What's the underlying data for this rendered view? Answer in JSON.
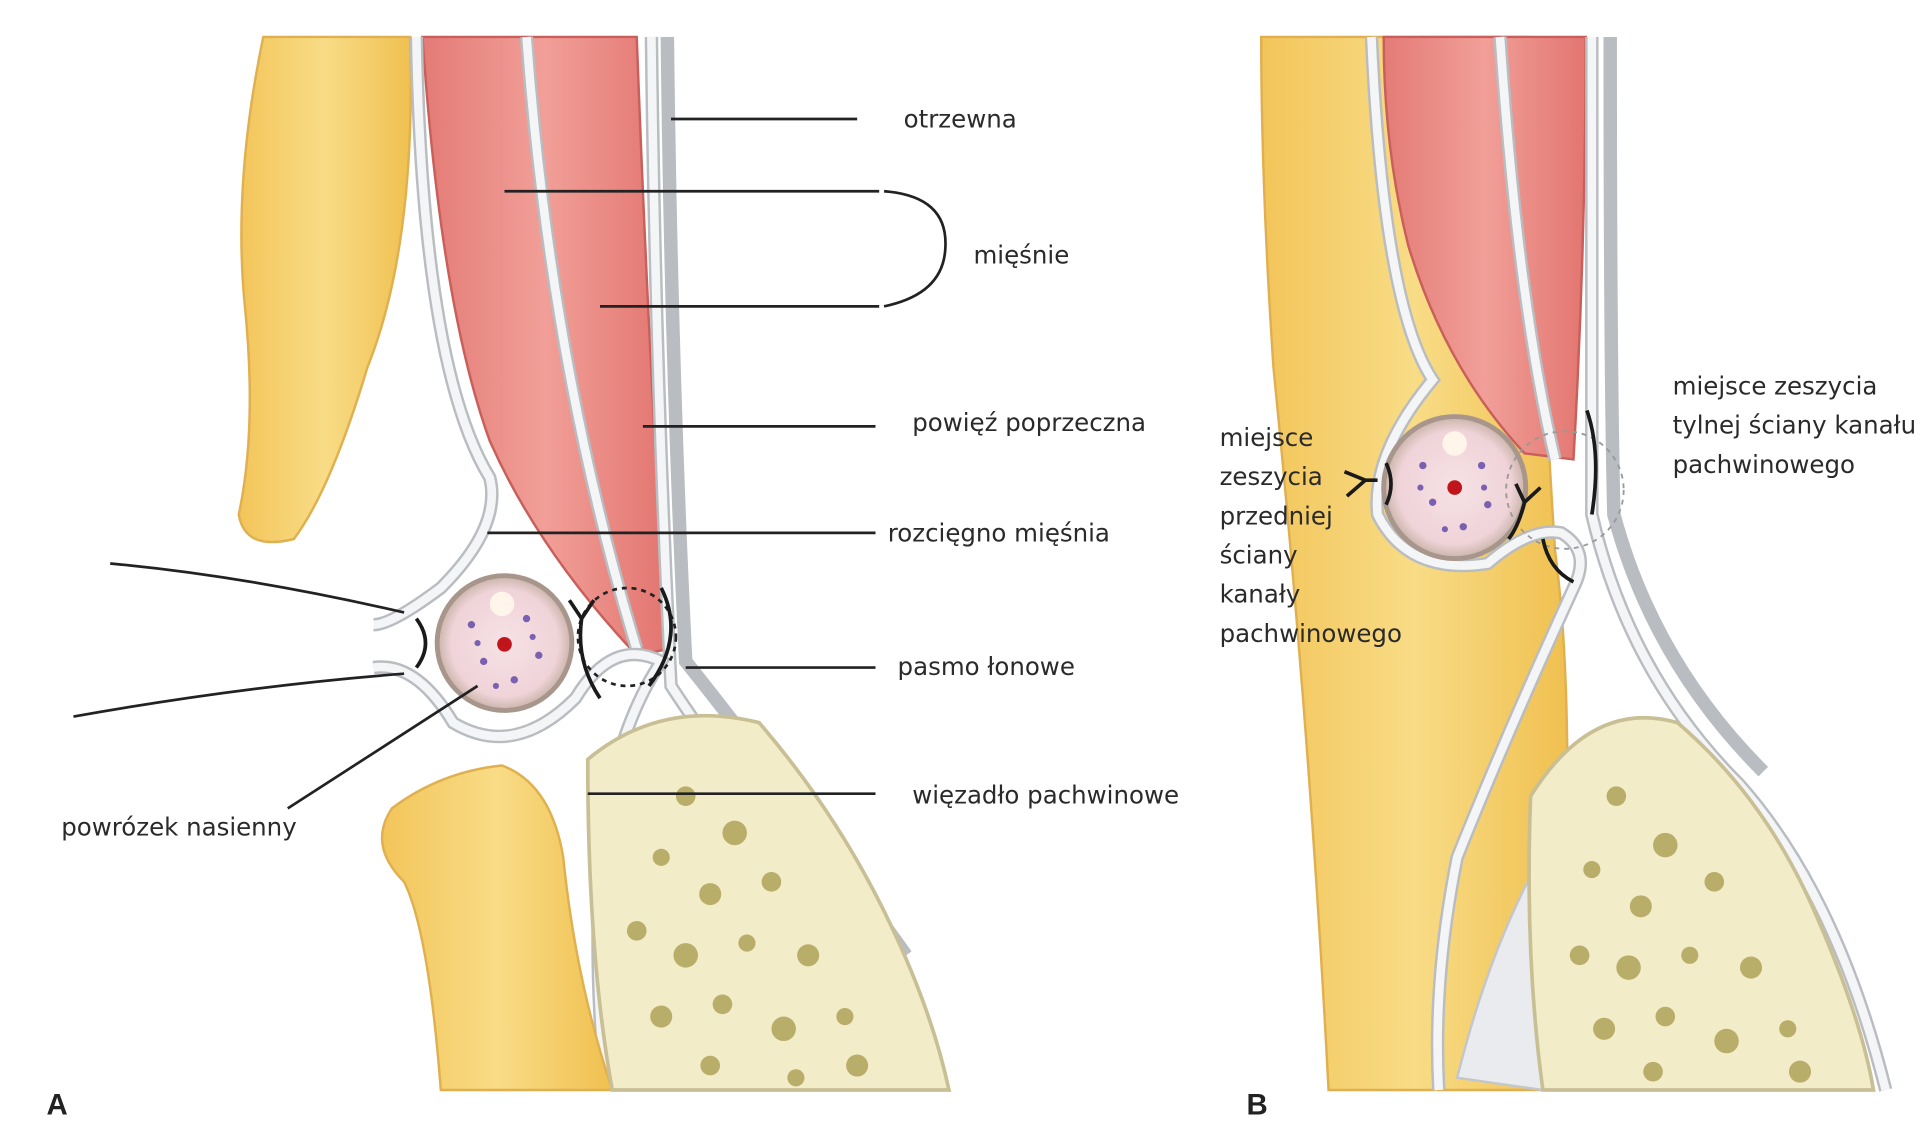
{
  "panels": {
    "a": "A",
    "b": "B"
  },
  "labels_a": {
    "otrzewna": "otrzewna",
    "miesnie": "mięśnie",
    "powiez": "powięź poprzeczna",
    "rozciegno": "rozcięgno mięśnia",
    "pasmo": "pasmo łonowe",
    "wiezadlo": "więzadło pachwinowe",
    "powrozek": "powrózek nasienny"
  },
  "labels_b": {
    "front": [
      "miejsce",
      "zeszycia",
      "przedniej",
      "ściany",
      "kanały",
      "pachwinowego"
    ],
    "back": [
      "miejsce zeszycia",
      "tylnej ściany kanału",
      "pachwinowego"
    ]
  },
  "colors": {
    "fat": "#f5cf6a",
    "muscle": "#e98a84",
    "bone": "#f3ecc8",
    "fascia": "#b9bcc0"
  }
}
